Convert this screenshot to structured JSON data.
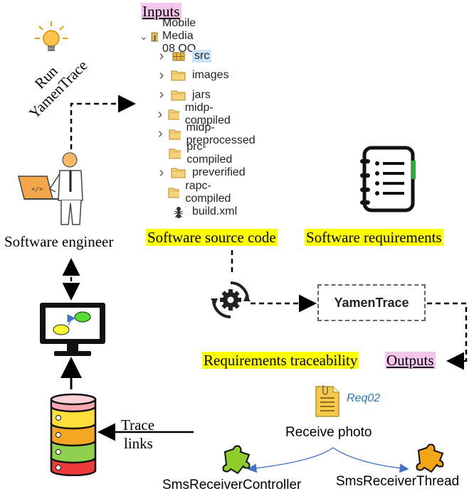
{
  "inputs_label": "Inputs",
  "outputs_label": "Outputs",
  "run_label_line1": "Run",
  "run_label_line2": "YamenTrace",
  "engineer_label": "Software engineer",
  "project": {
    "name": "Mobile Media 08 OO",
    "items": [
      {
        "label": "src",
        "type": "package",
        "expandable": true
      },
      {
        "label": "images",
        "type": "folder",
        "expandable": true
      },
      {
        "label": "jars",
        "type": "folder",
        "expandable": true
      },
      {
        "label": "midp-compiled",
        "type": "folder",
        "expandable": true
      },
      {
        "label": "midp-preprocessed",
        "type": "folder",
        "expandable": true
      },
      {
        "label": "prc-compiled",
        "type": "folder",
        "expandable": false
      },
      {
        "label": "preverified",
        "type": "folder",
        "expandable": true
      },
      {
        "label": "rapc-compiled",
        "type": "folder",
        "expandable": false
      },
      {
        "label": "build.xml",
        "type": "ant-file",
        "expandable": false
      }
    ]
  },
  "source_code_label": "Software source code",
  "requirements_label": "Software requirements",
  "tool_name": "YamenTrace",
  "traceability_label": "Requirements traceability",
  "trace_links_line1": "Trace",
  "trace_links_line2": "links",
  "req_id": "Req02",
  "req_name": "Receive photo",
  "class_left": "SmsReceiverController",
  "class_right": "SmsReceiverThread",
  "colors": {
    "highlight_yellow": "#ffff00",
    "highlight_pink": "#f5c6ec",
    "folder_yellow": "#e8b84a",
    "req_blue": "#2e75b6",
    "puzzle_green": "#8fce2a",
    "puzzle_orange": "#f2a516"
  }
}
